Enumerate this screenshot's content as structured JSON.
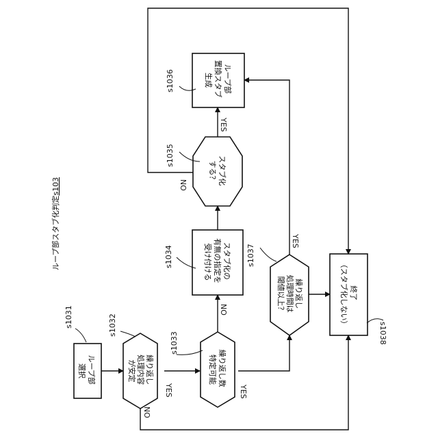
{
  "title": "ループ部スタブ化判定",
  "title_ref": "s103",
  "nodes": {
    "s1031": {
      "id": "s1031",
      "lines": [
        "ループ部",
        "選択"
      ]
    },
    "s1032": {
      "id": "s1032",
      "lines": [
        "繰り返し",
        "処理内容",
        "が安定"
      ]
    },
    "s1033": {
      "id": "s1033",
      "lines": [
        "繰り返し数",
        "特定可能"
      ]
    },
    "s1034": {
      "id": "s1034",
      "lines": [
        "スタブ化の",
        "有無の指定を",
        "受け付ける"
      ]
    },
    "s1035": {
      "id": "s1035",
      "lines": [
        "スタブ化",
        "する？"
      ]
    },
    "s1036": {
      "id": "s1036",
      "lines": [
        "ループ部",
        "置換スタブ",
        "生成"
      ]
    },
    "s1037": {
      "id": "s1037",
      "lines": [
        "繰り返し",
        "処理時間は",
        "閾値以上？"
      ]
    },
    "s1038": {
      "id": "s1038",
      "lines": [
        "終了",
        "（スタブ化しない）"
      ]
    }
  },
  "edge_labels": {
    "s1032_yes": "YES",
    "s1032_no": "NO",
    "s1033_no": "NO",
    "s1033_yes": "YES",
    "s1035_yes": "YES",
    "s1035_no": "NO",
    "s1037_yes": "YES"
  }
}
